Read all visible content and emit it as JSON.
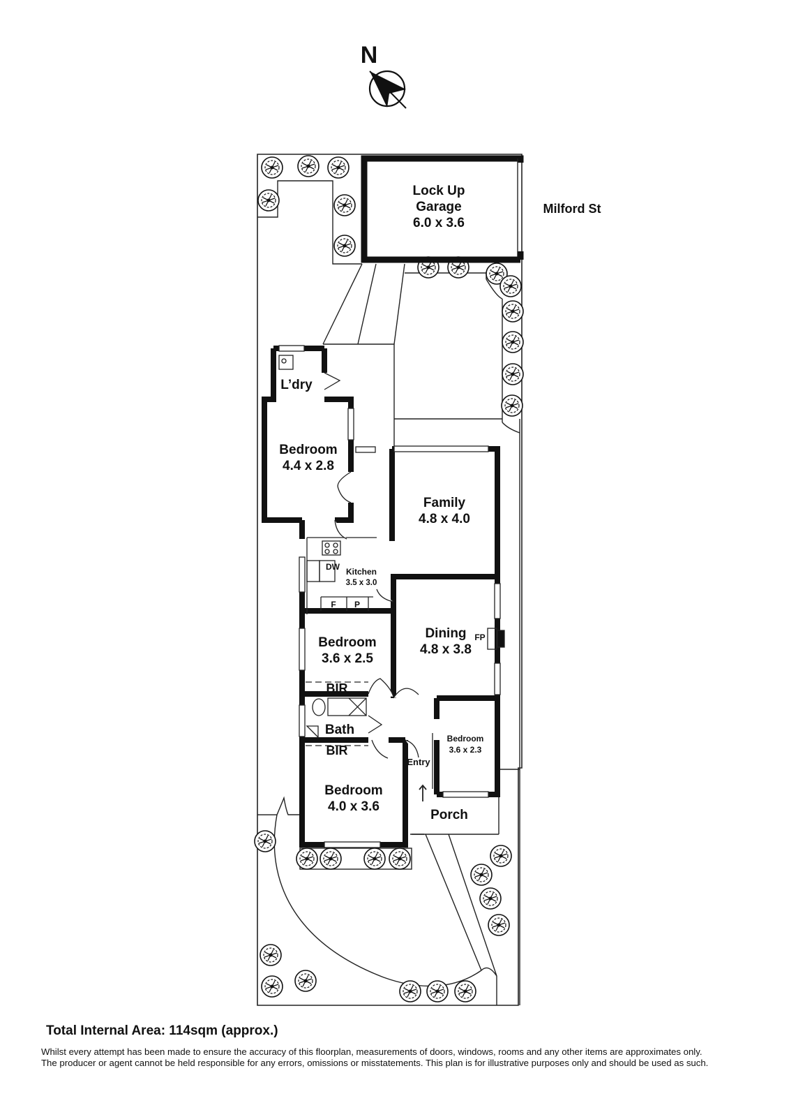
{
  "compass": {
    "label": "N"
  },
  "street": "Milford St",
  "rooms": {
    "garage": {
      "name_line1": "Lock Up",
      "name_line2": "Garage",
      "size": "6.0 x 3.6"
    },
    "laundry": {
      "name": "L’dry"
    },
    "bedroom_rear": {
      "name": "Bedroom",
      "size": "4.4 x 2.8"
    },
    "family": {
      "name": "Family",
      "size": "4.8 x 4.0"
    },
    "kitchen": {
      "name": "Kitchen",
      "size": "3.5 x 3.0",
      "dw": "DW",
      "fridge": "F",
      "pantry": "P"
    },
    "bedroom_mid": {
      "name": "Bedroom",
      "size": "3.6 x 2.5"
    },
    "dining": {
      "name": "Dining",
      "size": "4.8 x 3.8",
      "fp": "FP"
    },
    "bir_top": {
      "name": "BIR"
    },
    "bath": {
      "name": "Bath"
    },
    "bir_bottom": {
      "name": "BIR"
    },
    "bedroom_small": {
      "name": "Bedroom",
      "size": "3.6 x 2.3"
    },
    "entry": {
      "name": "Entry"
    },
    "bedroom_front": {
      "name": "Bedroom",
      "size": "4.0 x 3.6"
    },
    "porch": {
      "name": "Porch"
    }
  },
  "total_area": "Total Internal Area: 114sqm (approx.)",
  "disclaimer": {
    "line1": "Whilst every attempt has been made to ensure the accuracy of this floorplan, measurements of doors, windows, rooms and any other items are approximates only.",
    "line2": "The producer or agent cannot be held responsible for any errors, omissions or misstatements. This plan is for illustrative purposes only and should be used as such."
  }
}
